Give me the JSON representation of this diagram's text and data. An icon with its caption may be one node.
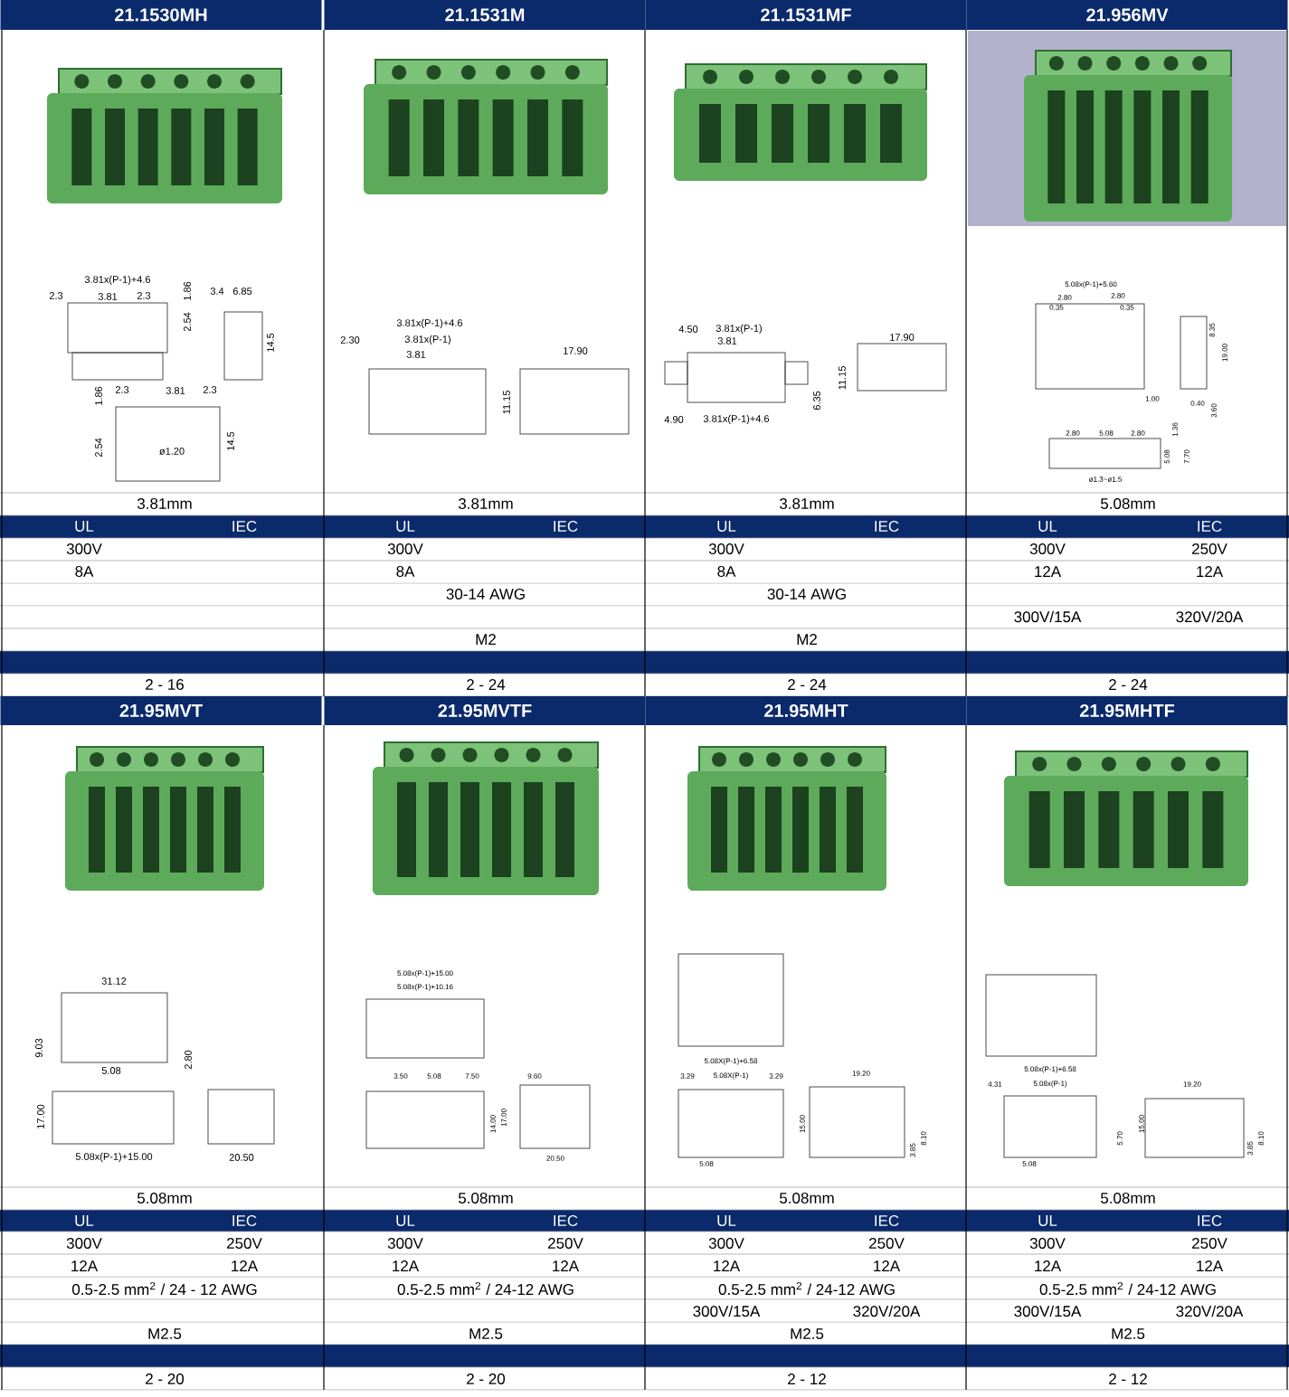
{
  "diagram": {
    "nodes": [
      {
        "text": [
          "21.1530MH"
        ]
      },
      {
        "text": [
          "21.1531M"
        ]
      },
      {
        "text": [
          "21.1531MF"
        ]
      },
      {
        "text": [
          "21.956MV"
        ]
      },
      {
        "text": [
          "21.95MVT"
        ]
      },
      {
        "text": [
          "21.95MVTF"
        ]
      },
      {
        "text": [
          "21.95MHT"
        ]
      },
      {
        "text": [
          "21.95MHTF"
        ]
      }
    ],
    "labels": [
      "3.81x(P-1)+4.6",
      "2.3",
      "3.81",
      "2.3",
      "1.86",
      "3.4",
      "6.85",
      "2.54",
      "14.5",
      "1.86",
      "2.3",
      "3.81",
      "2.3",
      "2.54",
      "ø1.20",
      "14.5",
      "3.81x(P-1)+4.6",
      "2.30",
      "3.81x(P-1)",
      "3.81",
      "17.90",
      "11.15",
      "4.50",
      "3.81x(P-1)",
      "3.81",
      "17.90",
      "11.15",
      "6.35",
      "4.90",
      "3.81x(P-1)+4.6",
      "5.08x(P-1)+5.60",
      "2.80",
      "2.80",
      "0.35",
      "0.35",
      "8.35",
      "19.00",
      "1.00",
      "0.40",
      "3.60",
      "2.80",
      "5.08",
      "2.80",
      "1.36",
      "5.08",
      "7.70",
      "ø1.3~ø1.5",
      "3.81mm",
      "3.81mm",
      "3.81mm",
      "5.08mm",
      "UL",
      "IEC",
      "UL",
      "IEC",
      "UL",
      "IEC",
      "UL",
      "IEC",
      "300V",
      "300V",
      "300V",
      "300V",
      "250V",
      "8A",
      "8A",
      "8A",
      "12A",
      "12A",
      "30-14 AWG",
      "30-14 AWG",
      "300V/15A",
      "320V/20A",
      "M2",
      "M2",
      "2 - 16",
      "2 - 24",
      "2 - 24",
      "2 - 24",
      "31.12",
      "9.03",
      "2.80",
      "5.08",
      "17.00",
      "5.08x(P-1)+15.00",
      "20.50",
      "5.08x(P-1)+15.00",
      "5.08x(P-1)+10.16",
      "3.50",
      "5.08",
      "7.50",
      "9.60",
      "14.00",
      "17.00",
      "20.50",
      "5.08X(P-1)+6.58",
      "3.29",
      "5.08X(P-1)",
      "3.29",
      "19.20",
      "15.00",
      "3.85",
      "8.10",
      "5.08",
      "5.08x(P-1)+6.58",
      "4.31",
      "5.08x(P-1)",
      "19.20",
      "15.00",
      "5.70",
      "3.85",
      "8.10",
      "5.08",
      "5.08mm",
      "5.08mm",
      "5.08mm",
      "5.08mm",
      "UL",
      "IEC",
      "UL",
      "IEC",
      "UL",
      "IEC",
      "UL",
      "IEC",
      "300V",
      "250V",
      "300V",
      "250V",
      "300V",
      "250V",
      "300V",
      "250V",
      "12A",
      "12A",
      "12A",
      "12A",
      "12A",
      "12A",
      "12A",
      "12A",
      "0.5-2.5 mm$^{2}$ / 24 - 12 AWG",
      "0.5-2.5 mm$^{2}$ / 24-12 AWG",
      "0.5-2.5 mm$^{2}$ / 24-12 AWG",
      "0.5-2.5 mm$^{2}$ / 24-12 AWG",
      "300V/15A",
      "320V/20A",
      "300V/15A",
      "320V/20A",
      "M2.5",
      "M2.5",
      "M2.5",
      "M2.5",
      "2 - 20",
      "2 - 20",
      "2 - 12",
      "2 - 12"
    ]
  }
}
